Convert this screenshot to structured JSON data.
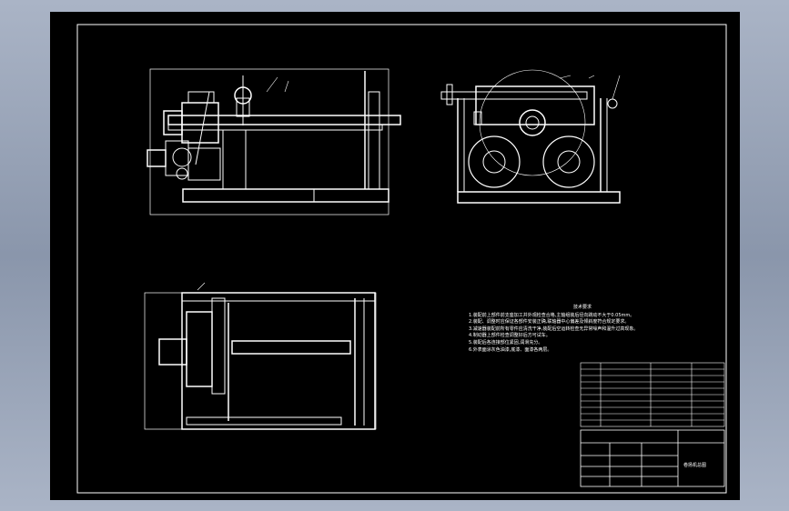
{
  "drawing": {
    "title": "卷扬机总图",
    "tech_req_title": "技术要求",
    "tech_requirements": [
      "1.装配前上部件前支座加工并外观检查合格,主轴组装后径向跳动不大于0.05mm。",
      "2.装配、调整时应保证各部件安装正确,联轴器中心偏差及倾斜度符合规定要求。",
      "3.减速器装配前所有零件应清洗干净,装配后空运转检查无异常噪声和温升过高现象。",
      "4.制动器上部件检查调整好后方可试车。",
      "5.装配后各连接部位紧固,润滑充分。",
      "6.外表面涂灰色油漆,底漆、面漆各两层。"
    ]
  },
  "colors": {
    "sheet": "#000000",
    "line": "#ffffff",
    "frame_bg": "#9aa6ba"
  }
}
